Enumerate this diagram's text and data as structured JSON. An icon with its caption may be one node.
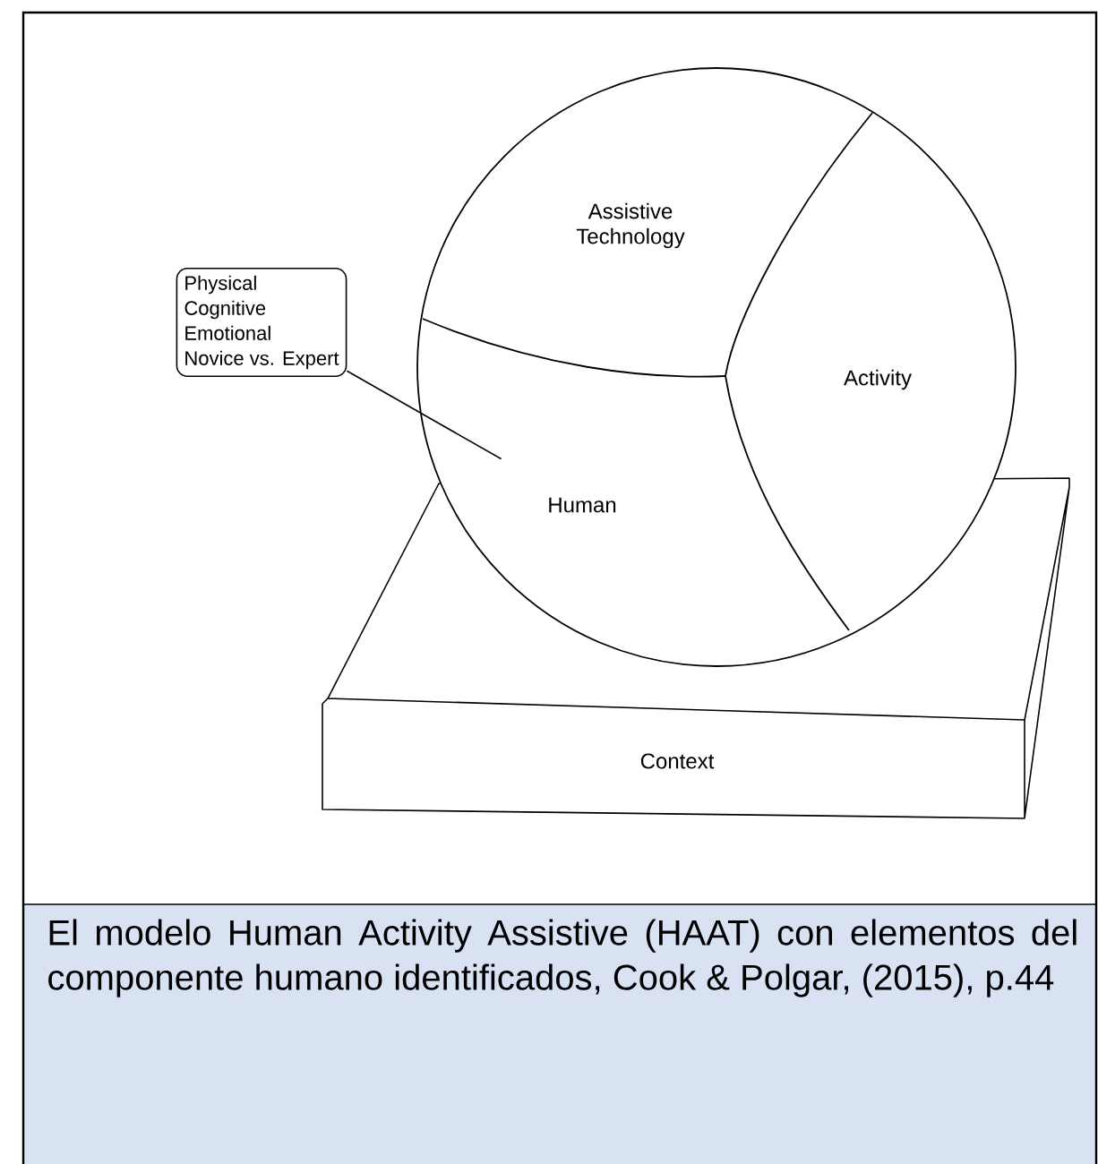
{
  "diagram": {
    "caption": "El modelo Human Activity Assistive (HAAT) con elementos del componente humano identificados, Cook & Polgar, (2015), p.44",
    "nodes": [
      {
        "text": [
          "Physical",
          "Cognitive",
          "Emotional",
          "Novice vs. Expert"
        ]
      },
      {
        "text": [
          "Assistive Technology"
        ]
      },
      {
        "text": [
          "Activity"
        ]
      },
      {
        "text": [
          "Human"
        ]
      },
      {
        "text": [
          "Context"
        ]
      }
    ],
    "edges": [
      {
        "from": 0,
        "to": 3,
        "arrow": "none"
      }
    ]
  }
}
